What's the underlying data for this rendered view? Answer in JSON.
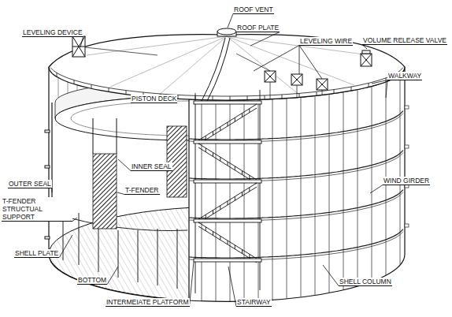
{
  "diagram": {
    "labels": [
      "LEVELING DEVICE",
      "ROOF VENT",
      "ROOF PLATE",
      "LEVELING WIRE",
      "VOLUME RELEASE VALVE",
      "WALKWAY",
      "PISTON DECK",
      "INNER SEAL",
      "T-FENDER",
      "OUTER SEAL",
      "T-FENDER STRUCTUAL SUPPORT",
      "WIND GIRDER",
      "SHELL PLATE",
      "BOTTOM",
      "INTERMEIATE PLATFORM",
      "STAIRWAY",
      "SHELL COLUMN"
    ]
  }
}
